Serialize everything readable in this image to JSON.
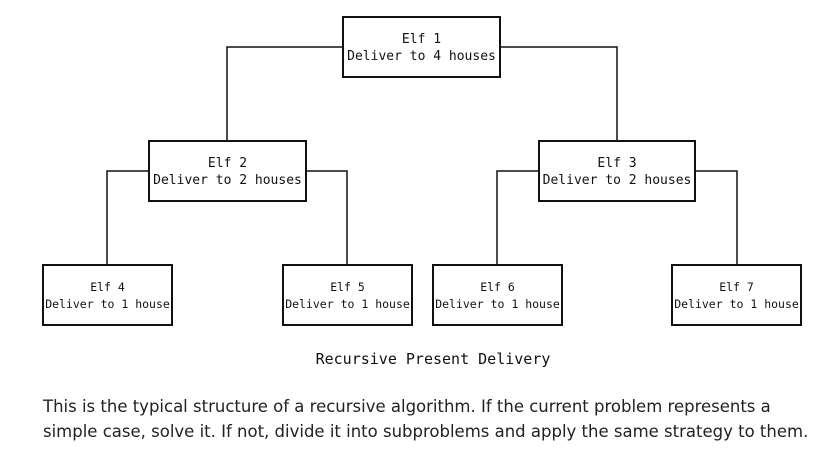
{
  "diagram": {
    "nodes": [
      {
        "id": "elf1",
        "title": "Elf 1",
        "task": "Deliver to 4 houses"
      },
      {
        "id": "elf2",
        "title": "Elf 2",
        "task": "Deliver to 2 houses"
      },
      {
        "id": "elf3",
        "title": "Elf 3",
        "task": "Deliver to 2 houses"
      },
      {
        "id": "elf4",
        "title": "Elf 4",
        "task": "Deliver to 1 house"
      },
      {
        "id": "elf5",
        "title": "Elf 5",
        "task": "Deliver to 1 house"
      },
      {
        "id": "elf6",
        "title": "Elf 6",
        "task": "Deliver to 1 house"
      },
      {
        "id": "elf7",
        "title": "Elf 7",
        "task": "Deliver to 1 house"
      }
    ],
    "edges": [
      [
        "elf1",
        "elf2"
      ],
      [
        "elf1",
        "elf3"
      ],
      [
        "elf2",
        "elf4"
      ],
      [
        "elf2",
        "elf5"
      ],
      [
        "elf3",
        "elf6"
      ],
      [
        "elf3",
        "elf7"
      ]
    ],
    "caption": "Recursive Present Delivery"
  },
  "paragraph": {
    "text": "This is the typical structure of a recursive algorithm. If the current problem represents a simple case, solve it. If not, divide it into subproblems and apply the same strategy to them."
  }
}
